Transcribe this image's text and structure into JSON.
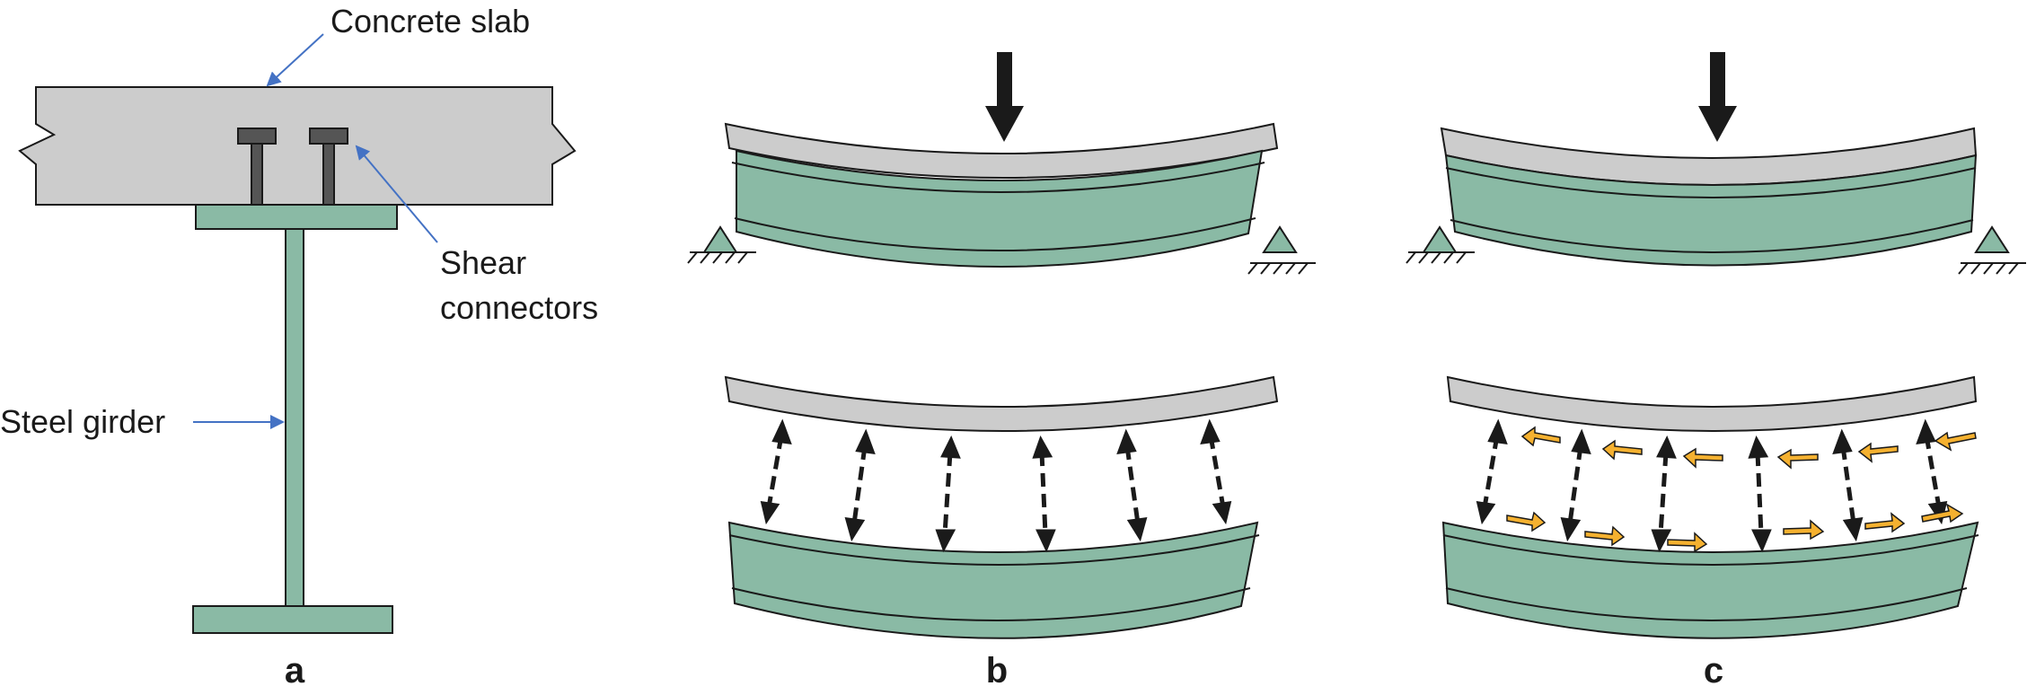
{
  "labels": {
    "concrete_slab": "Concrete slab",
    "shear_line1": "Shear",
    "shear_line2": "connectors",
    "steel_girder": "Steel girder"
  },
  "panels": {
    "a": "a",
    "b": "b",
    "c": "c"
  },
  "colors": {
    "steel": "#8abaa5",
    "concrete": "#cccccc",
    "stud": "#555555",
    "outline": "#1a1a1a",
    "annotation_arrow": "#4472c4",
    "slip_arrow": "#f5b130"
  }
}
